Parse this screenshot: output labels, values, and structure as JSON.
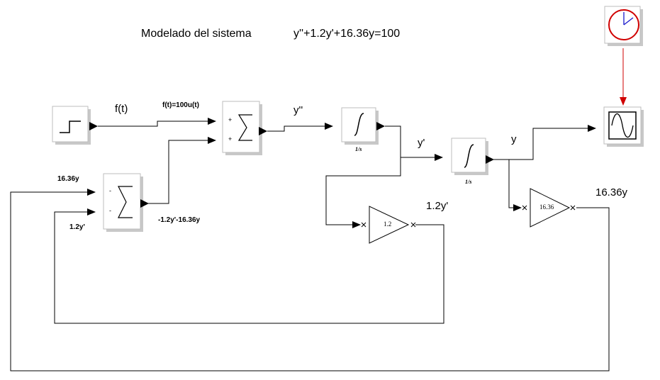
{
  "header": {
    "title": "Modelado del sistema",
    "equation": "y''+1.2y'+16.36y=100"
  },
  "signals": {
    "f_t": "f(t)",
    "f_def": "f(t)=100u(t)",
    "y_dd": "y''",
    "y_d": "y'",
    "y": "y",
    "gain1_label": "1.2y'",
    "gain2_label": "16.36y",
    "sum2_out": "-1.2y'-16.36y",
    "sum2_in_top": "16.36y",
    "sum2_in_bottom": "1.2y'"
  },
  "blocks": {
    "integrator1_caption": "1/s",
    "integrator2_caption": "1/s",
    "gain1_value": "1.2",
    "gain2_value": "16.36",
    "sum1_signs": [
      "+",
      "+"
    ],
    "sum2_signs": [
      "-",
      "-"
    ]
  },
  "colors": {
    "clock": "#d00000",
    "wire": "#000000",
    "block_shadow": "#c8c8c8"
  }
}
